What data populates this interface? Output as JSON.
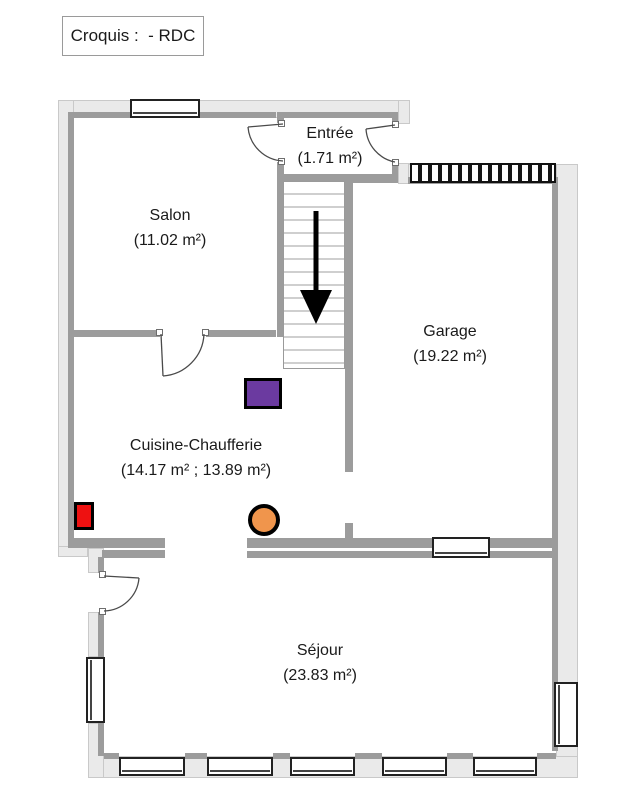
{
  "title": "Croquis :  - RDC",
  "rooms": {
    "entree": {
      "name": "Entrée",
      "area": "(1.71 m²)"
    },
    "salon": {
      "name": "Salon",
      "area": "(11.02 m²)"
    },
    "garage": {
      "name": "Garage",
      "area": "(19.22 m²)"
    },
    "cuisine": {
      "name": "Cuisine-Chaufferie",
      "area": "(14.17 m² ; 13.89 m²)"
    },
    "sejour": {
      "name": "Séjour",
      "area": "(23.83 m²)"
    }
  },
  "markers": {
    "purple_square": {
      "color": "#6B3AA0"
    },
    "red_square": {
      "color": "#EE1111"
    },
    "orange_circle": {
      "color": "#F0954C"
    }
  },
  "colors": {
    "wall_light": "#EAEAEA",
    "wall_dark": "#9C9C9C",
    "window_border": "#222222",
    "arrow": "#000000"
  }
}
